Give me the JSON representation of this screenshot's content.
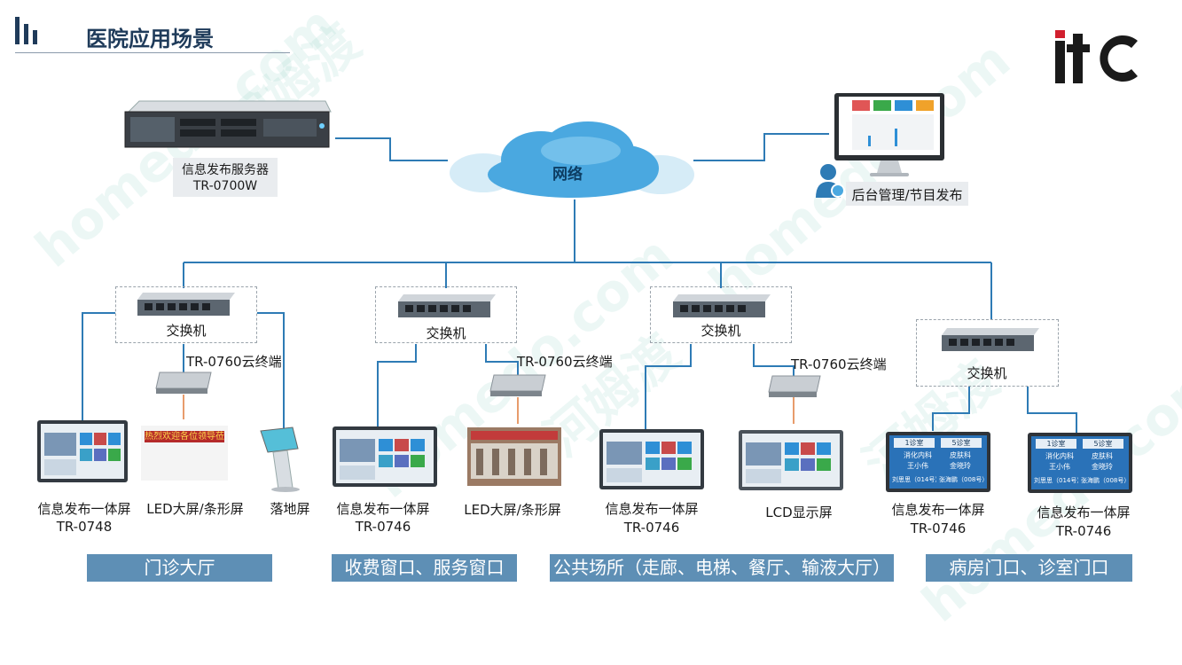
{
  "header": {
    "title": "医院应用场景"
  },
  "brand": {
    "logo_text": "itC"
  },
  "watermark": {
    "text1": "homedo.com",
    "text2": "河姆渡"
  },
  "network": {
    "cloud_label": "网络"
  },
  "server": {
    "name": "信息发布服务器",
    "model": "TR-0700W"
  },
  "admin": {
    "label": "后台管理/节目发布"
  },
  "switch_label": "交换机",
  "terminal_label": "TR-0760云终端",
  "devices": {
    "d1": {
      "name": "信息发布一体屏",
      "model": "TR-0748"
    },
    "d2": {
      "name": "LED大屏/条形屏"
    },
    "d3": {
      "name": "落地屏"
    },
    "d4": {
      "name": "信息发布一体屏",
      "model": "TR-0746"
    },
    "d5": {
      "name": "LED大屏/条形屏"
    },
    "d6": {
      "name": "信息发布一体屏",
      "model": "TR-0746"
    },
    "d7": {
      "name": "LCD显示屏"
    },
    "d8": {
      "name": "信息发布一体屏",
      "model": "TR-0746"
    },
    "d9": {
      "name": "信息发布一体屏",
      "model": "TR-0746"
    }
  },
  "led_banner_text": "热烈欢迎各位领导莅临指导",
  "clinic": {
    "room1": "1诊室",
    "room5": "5诊室",
    "dept1": "消化内科",
    "dept2": "皮肤科",
    "staff1": "王小伟",
    "staff2": "金晓玲",
    "row1": "刘思思（014号）",
    "row2": "张海鹏（008号）"
  },
  "scenes": [
    "门诊大厅",
    "收费窗口、服务窗口",
    "公共场所（走廊、电梯、餐厅、输液大厅）",
    "病房门口、诊室门口"
  ],
  "colors": {
    "line": "#2e7bb5",
    "band": "#5e8fb5",
    "cloud": "#4aa8e0",
    "logo_red": "#d11f2e"
  }
}
